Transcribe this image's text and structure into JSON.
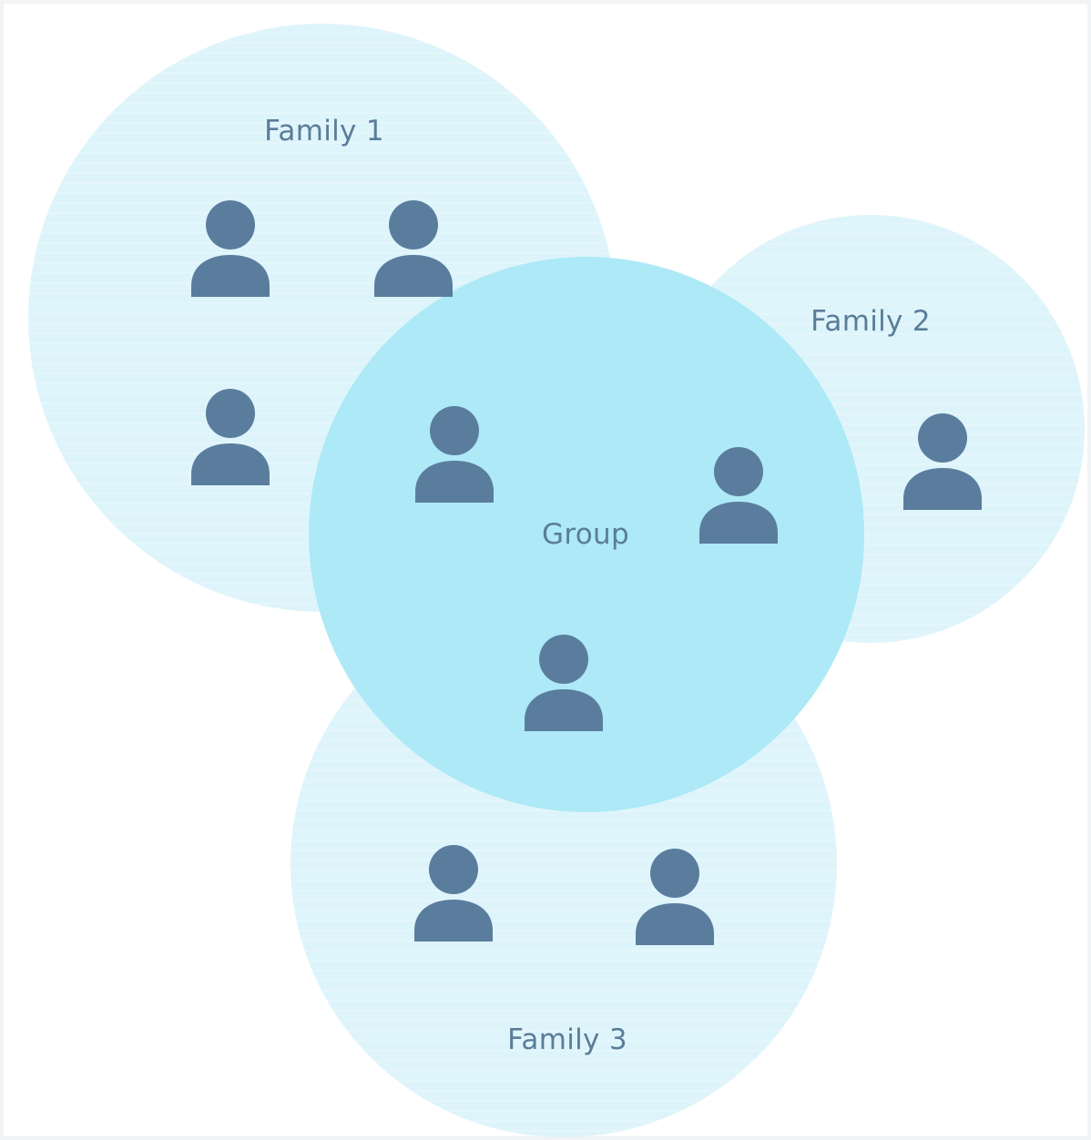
{
  "diagram": {
    "colors": {
      "family_fill": "#def4fb",
      "group_fill": "#ade9f6",
      "person": "#5a7d9e",
      "label": "#5a7d98"
    },
    "circles": {
      "family1": {
        "label": "Family 1"
      },
      "family2": {
        "label": "Family 2"
      },
      "family3": {
        "label": "Family 3"
      },
      "group": {
        "label": "Group"
      }
    },
    "people_icon": "person-icon"
  }
}
